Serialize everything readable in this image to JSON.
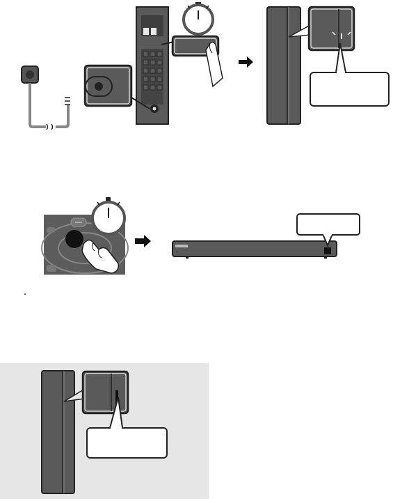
{
  "figures": [
    {
      "name": "subwoofer-pairing-step",
      "callout_text": ""
    },
    {
      "name": "remote-to-soundbar-step",
      "callout_text": ""
    },
    {
      "name": "rear-speaker-led-check",
      "callout_text": ""
    }
  ],
  "colors": {
    "device_dark": "#555555",
    "device_mid": "#777777",
    "outline": "#222222",
    "panel_bg": "#e6e6e6"
  },
  "icons": [
    "power-outlet-icon",
    "stopwatch-icon",
    "finger-press-icon",
    "arrow-right-icon",
    "led-indicator-icon"
  ]
}
